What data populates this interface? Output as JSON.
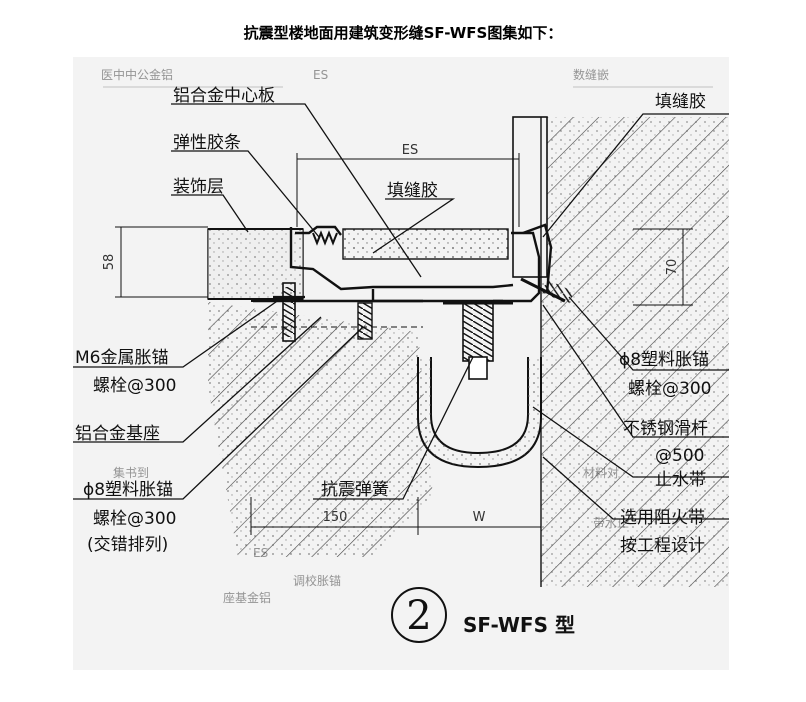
{
  "page_title": "抗震型楼地面用建筑变形缝SF-WFS图集如下：",
  "labels": {
    "al_center_plate": "铝合金中心板",
    "elastic_strip": "弹性胶条",
    "decor_layer": "装饰层",
    "filler_mid": "填缝胶",
    "filler_right": "填缝胶",
    "m6_anchor_1": "M6金属胀锚",
    "m6_anchor_2": "螺栓@300",
    "al_base": "铝合金基座",
    "plastic_anchor_1": "ϕ8塑料胀锚",
    "plastic_anchor_2": "螺栓@300",
    "plastic_anchor_3": "(交错排列)",
    "spring": "抗震弹簧",
    "right_anchor_1": "ϕ8塑料胀锚",
    "right_anchor_2": "螺栓@300",
    "slide_bar_1": "不锈钢滑杆",
    "slide_bar_2": "@500",
    "waterstop": "止水带",
    "fire_band_1": "选用阻火带",
    "fire_band_2": "按工程设计"
  },
  "dimensions": {
    "es": "ES",
    "height_left": "58",
    "height_right": "70",
    "width_left": "150",
    "width_right": "W"
  },
  "detail_number": "2",
  "detail_type": "SF-WFS 型",
  "colors": {
    "line": "#111111",
    "paper": "#ffffff",
    "drawing_bg": "#f3f3f3"
  }
}
